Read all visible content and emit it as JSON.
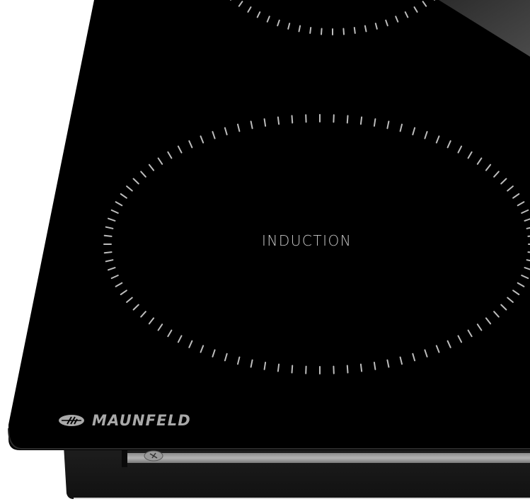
{
  "scene": {
    "subject": "black glass induction cooktop corner",
    "background_color": "#ffffff",
    "glass_color": "#000000",
    "frame_color": "#141414",
    "trim_color": "#a8a8a8",
    "dash_color": "#bdbdbd",
    "reflection_color": "#3a3a3a"
  },
  "cooking_zone": {
    "label": "INDUCTION",
    "marker": "dashed-ring"
  },
  "brand": {
    "name": "MAUNFELD",
    "logo_icon": "maunfeld-logo-icon"
  }
}
